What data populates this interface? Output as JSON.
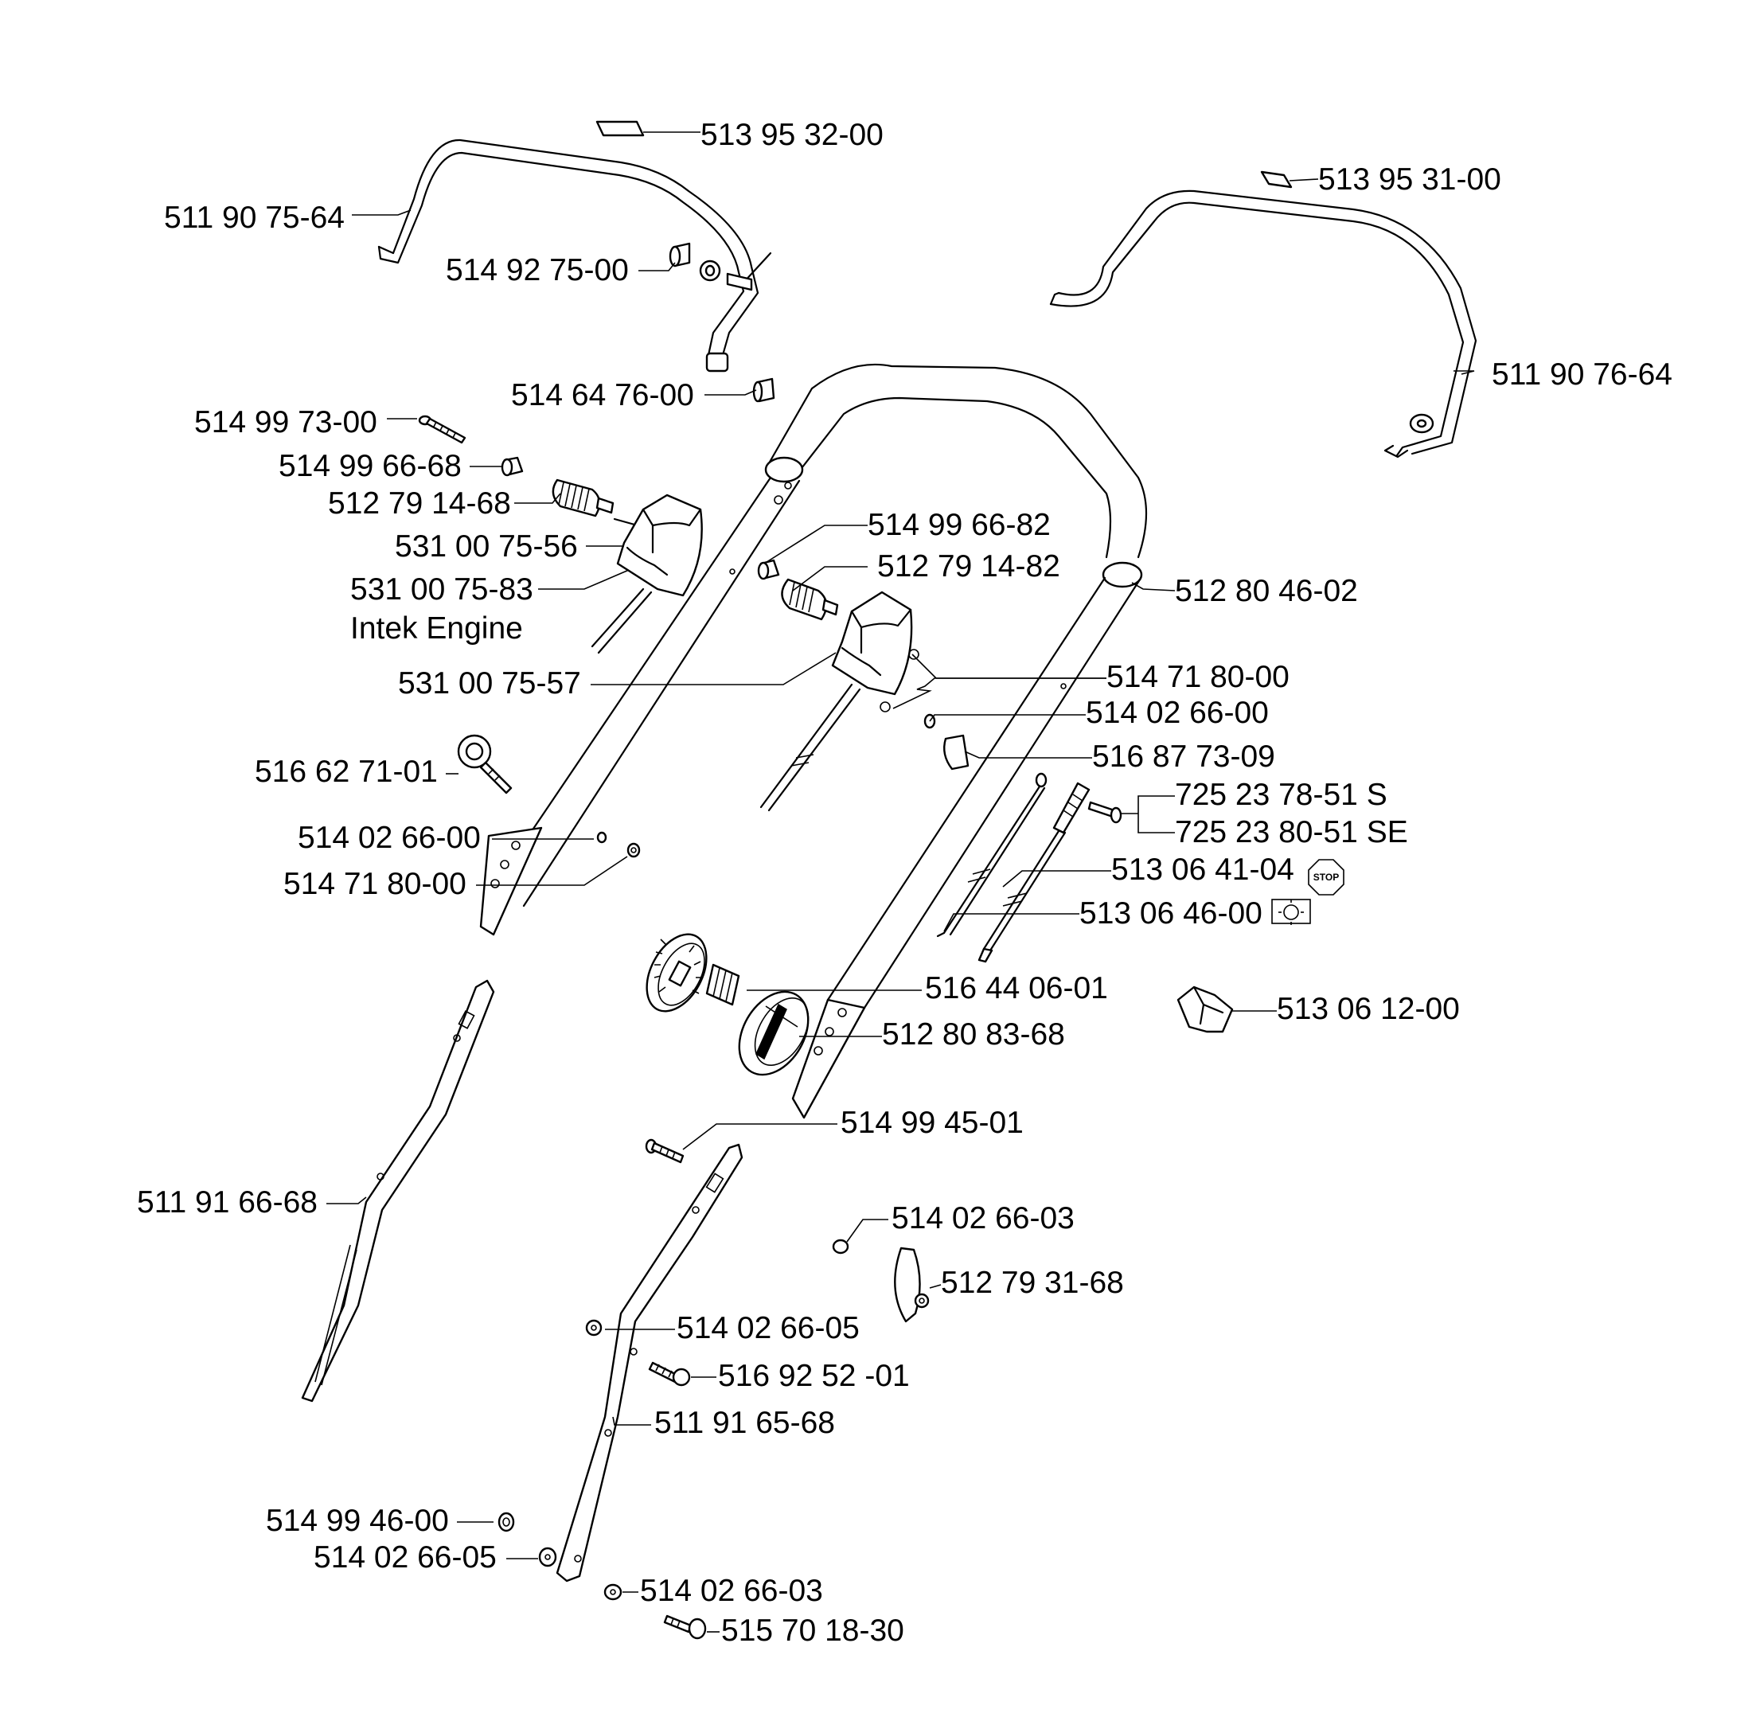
{
  "labels": {
    "p01": "513 95 32-00",
    "p02": "513 95 31-00",
    "p03": "511 90 75-64",
    "p04": "514 92 75-00",
    "p05": "511 90 76-64",
    "p06": "514 64 76-00",
    "p07": "514 99 73-00",
    "p08": "514 99 66-68",
    "p09": "512 79 14-68",
    "p10": "514 99 66-82",
    "p11": "531 00 75-56",
    "p12": "512 79 14-82",
    "p13": "531 00 75-83",
    "p14": "512 80 46-02",
    "p15": "Intek Engine",
    "p16": "514 71 80-00",
    "p17": "531 00 75-57",
    "p18": "514 02 66-00",
    "p19": "516 87 73-09",
    "p20": "516 62 71-01",
    "p21": "725 23 78-51 S",
    "p22": "514 02 66-00",
    "p23": "725 23 80-51 SE",
    "p24": "514 71 80-00",
    "p25": "513 06 41-04",
    "p26": "513 06 46-00",
    "p27": "516 44 06-01",
    "p28": "513 06 12-00",
    "p29": "512 80 83-68",
    "p30": "514 99 45-01",
    "p31": "511 91 66-68",
    "p32": "514 02 66-03",
    "p33": "512 79 31-68",
    "p34": "514 02 66-05",
    "p35": "516 92 52 -01",
    "p36": "511 91 65-68",
    "p37": "514 99 46-00",
    "p38": "514 02 66-05",
    "p39": "514 02 66-03",
    "p40": "515 70 18-30"
  },
  "symbols": {
    "stop": "STOP"
  }
}
